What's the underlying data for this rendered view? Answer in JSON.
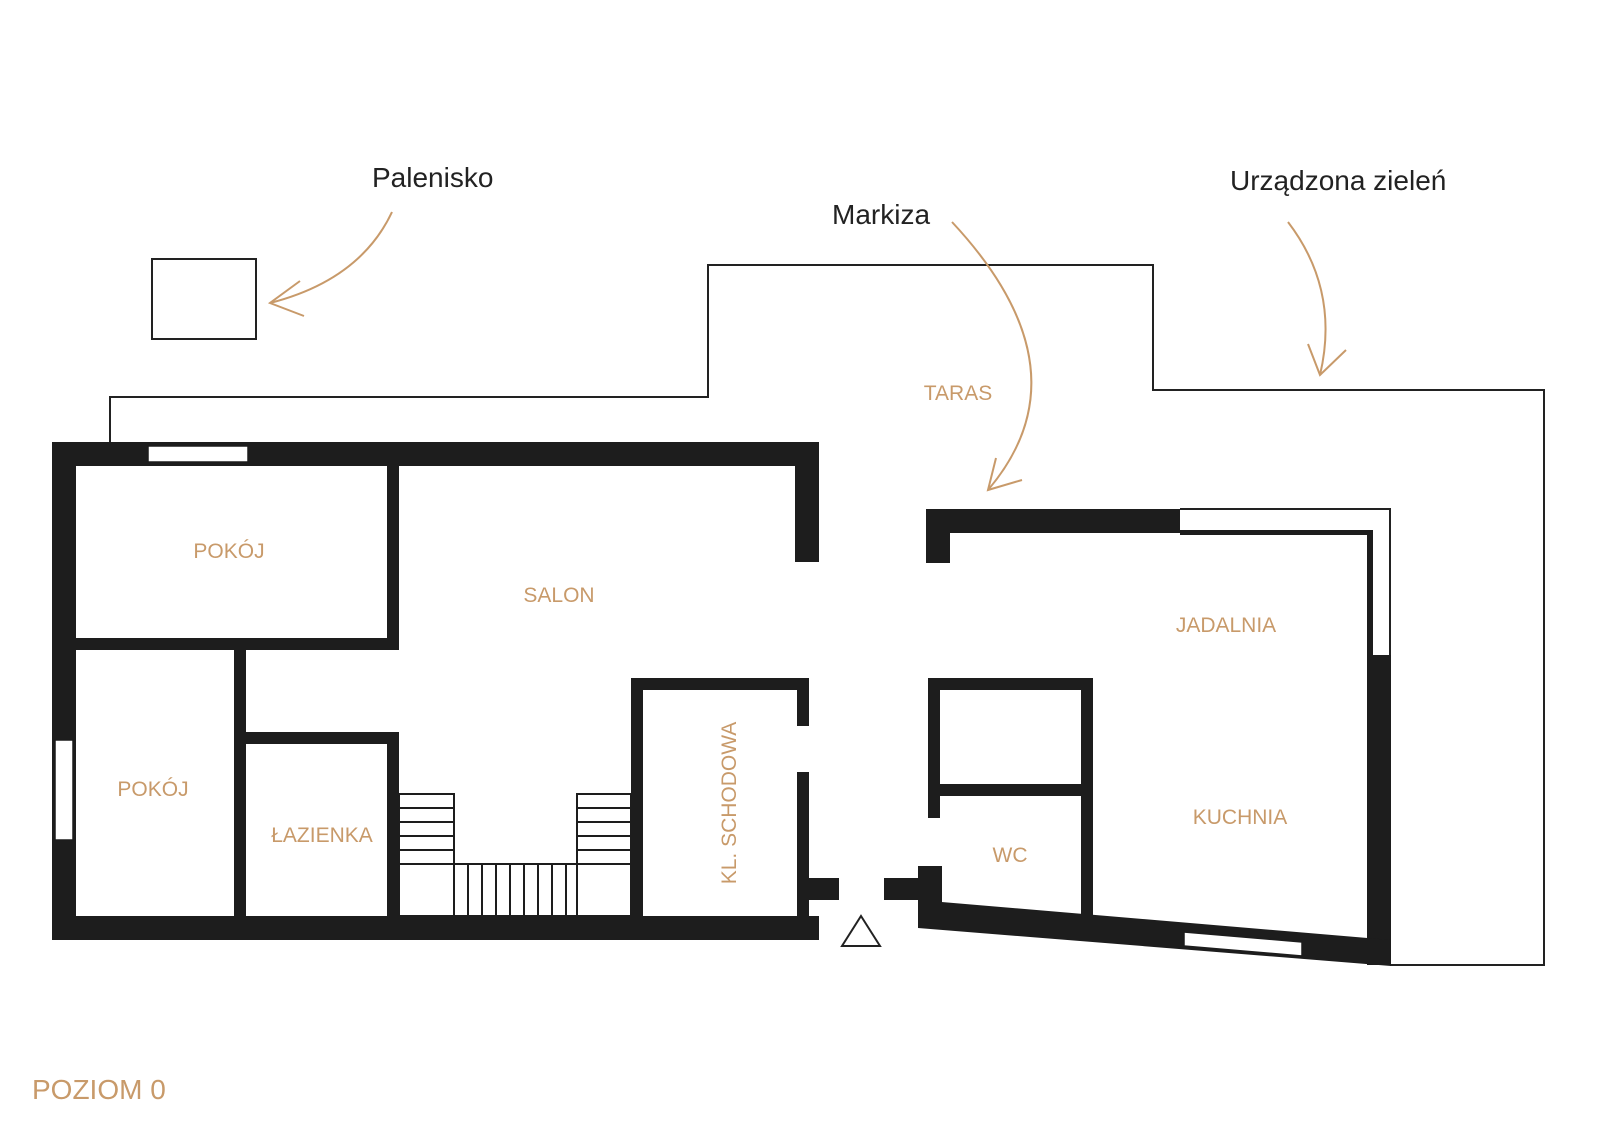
{
  "colors": {
    "wall": "#1d1d1d",
    "accent": "#c89a6a",
    "line": "#222222",
    "background": "#ffffff"
  },
  "callouts": {
    "fire_pit": "Palenisko",
    "awning": "Markiza",
    "greenery": "Urządzona zieleń"
  },
  "rooms": {
    "terrace": "TARAS",
    "room_top": "POKÓJ",
    "living_room": "SALON",
    "dining_room": "JADALNIA",
    "room_bottom": "POKÓJ",
    "bathroom": "ŁAZIENKA",
    "staircase": "KL. SCHODOWA",
    "kitchen": "KUCHNIA",
    "wc": "WC"
  },
  "level_label": "POZIOM 0"
}
